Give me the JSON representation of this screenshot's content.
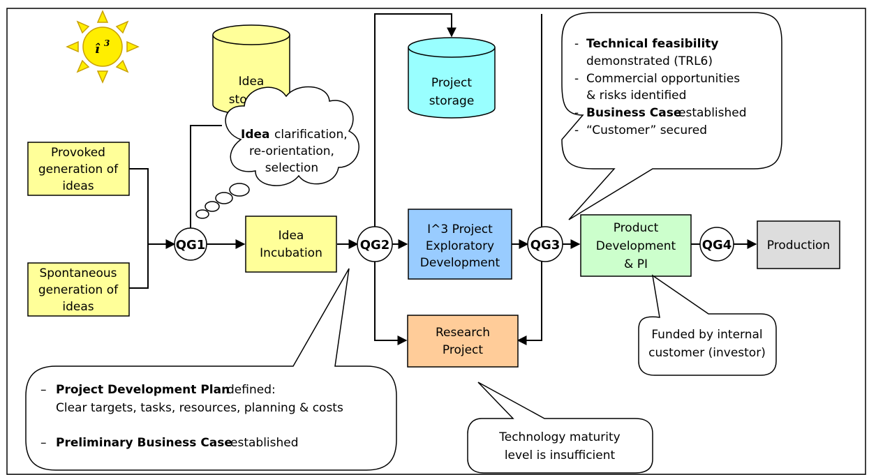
{
  "logo": {
    "text": "î",
    "sup": "3"
  },
  "colors": {
    "yellow": "#ffff99",
    "cyan": "#99ffff",
    "blue": "#99ccff",
    "green": "#ccffcc",
    "orange": "#ffcc99",
    "grey": "#dddddd",
    "sun": "#ffee00"
  },
  "storage": {
    "idea": [
      "Idea",
      "storage"
    ],
    "project": [
      "Project",
      "storage"
    ]
  },
  "cloud": {
    "line1_bold": "Idea",
    "line1_rest": "clarification,",
    "line2": "re-orientation,",
    "line3": "selection"
  },
  "inputs": {
    "provoked": [
      "Provoked",
      "generation of",
      "ideas"
    ],
    "spontaneous": [
      "Spontaneous",
      "generation of",
      "ideas"
    ]
  },
  "gates": {
    "qg1": "QG1",
    "qg2": "QG2",
    "qg3": "QG3",
    "qg4": "QG4"
  },
  "boxes": {
    "incubation": [
      "Idea",
      "Incubation"
    ],
    "exploratory": [
      "I^3 Project",
      "Exploratory",
      "Development"
    ],
    "research": [
      "Research",
      "Project"
    ],
    "product": [
      "Product",
      "Development",
      "& PI"
    ],
    "production": "Production"
  },
  "callout_qg3": {
    "b1_dash": "-",
    "b1_bold": "Technical feasibility",
    "b1_cont": "demonstrated (TRL6)",
    "b2_dash": "-",
    "b2_l1": "Commercial opportunities",
    "b2_l2": "& risks identified",
    "b3_dash": "-",
    "b3_bold": "Business Case",
    "b3_rest": "established",
    "b4_dash": "-",
    "b4_text": "“Customer” secured"
  },
  "callout_funded": [
    "Funded by internal",
    "customer (investor)"
  ],
  "callout_qg2": {
    "b1_dash": "–",
    "b1_bold": "Project Development Plan",
    "b1_rest": "defined:",
    "b1_cont": "Clear targets, tasks, resources, planning & costs",
    "b2_dash": "–",
    "b2_bold": "Preliminary Business Case",
    "b2_rest": "established"
  },
  "callout_research": [
    "Technology maturity",
    "level is insufficient"
  ]
}
